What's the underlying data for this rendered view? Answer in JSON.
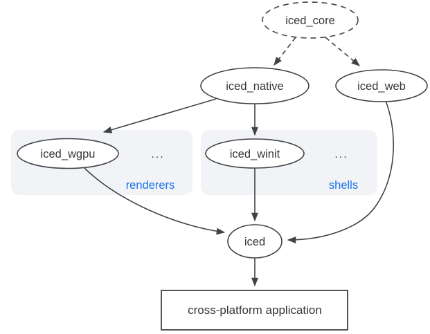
{
  "colors": {
    "background": "#ffffff",
    "stroke": "#3f4347",
    "text": "#33363a",
    "node_fill": "#ffffff",
    "group_fill": "#f1f3f7",
    "group_label": "#1a73e8"
  },
  "nodes": {
    "iced_core": {
      "label": "iced_core",
      "shape": "ellipse",
      "border": "dashed"
    },
    "iced_native": {
      "label": "iced_native",
      "shape": "ellipse",
      "border": "solid"
    },
    "iced_web": {
      "label": "iced_web",
      "shape": "ellipse",
      "border": "solid"
    },
    "iced_wgpu": {
      "label": "iced_wgpu",
      "shape": "ellipse",
      "border": "solid",
      "group": "renderers"
    },
    "iced_winit": {
      "label": "iced_winit",
      "shape": "ellipse",
      "border": "solid",
      "group": "shells"
    },
    "iced": {
      "label": "iced",
      "shape": "ellipse",
      "border": "solid"
    },
    "application": {
      "label": "cross-platform application",
      "shape": "rectangle",
      "border": "solid"
    }
  },
  "groups": {
    "renderers": {
      "label": "renderers",
      "ellipsis": "...",
      "members": [
        "iced_wgpu"
      ]
    },
    "shells": {
      "label": "shells",
      "ellipsis": "...",
      "members": [
        "iced_winit"
      ]
    }
  },
  "edges": [
    {
      "from": "iced_core",
      "to": "iced_native",
      "style": "dashed"
    },
    {
      "from": "iced_core",
      "to": "iced_web",
      "style": "dashed"
    },
    {
      "from": "iced_native",
      "to": "iced_wgpu",
      "style": "solid"
    },
    {
      "from": "iced_native",
      "to": "iced_winit",
      "style": "solid"
    },
    {
      "from": "iced_wgpu",
      "to": "iced",
      "style": "solid"
    },
    {
      "from": "iced_winit",
      "to": "iced",
      "style": "solid"
    },
    {
      "from": "iced_web",
      "to": "iced",
      "style": "solid"
    },
    {
      "from": "iced",
      "to": "application",
      "style": "solid"
    }
  ]
}
